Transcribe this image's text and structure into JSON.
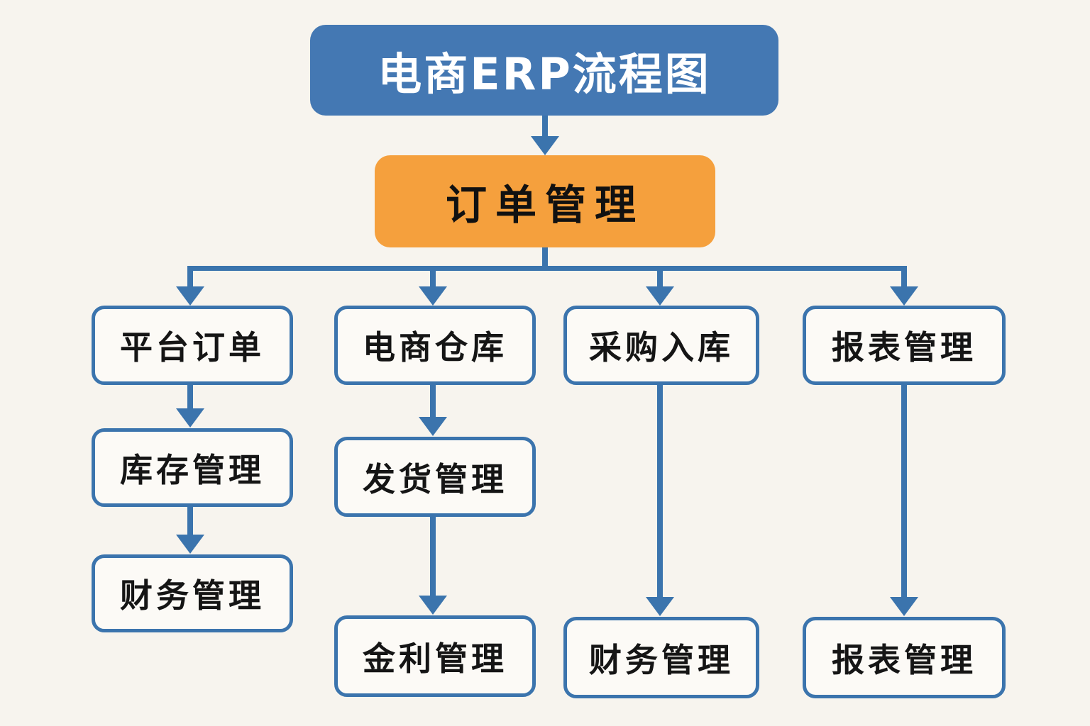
{
  "diagram": {
    "title": "电商ERP流程图",
    "colors": {
      "background": "#f7f4ee",
      "title_box": "#4478b3",
      "title_text": "#ffffff",
      "order_box": "#f5a03d",
      "node_border": "#3b74ad",
      "node_fill": "#fcfaf6",
      "node_text": "#151515",
      "connector": "#3b74ad"
    },
    "nodes": {
      "title": {
        "label": "电商ERP流程图"
      },
      "order": {
        "label": "订单管理"
      },
      "platform": {
        "label": "平台订单"
      },
      "warehouse": {
        "label": "电商仓库"
      },
      "purchase": {
        "label": "采购入库"
      },
      "report_top": {
        "label": "报表管理"
      },
      "inventory": {
        "label": "库存管理"
      },
      "shipping": {
        "label": "发货管理"
      },
      "finance_left": {
        "label": "财务管理"
      },
      "profit": {
        "label": "金利管理"
      },
      "finance_bottom": {
        "label": "财务管理"
      },
      "report_bottom": {
        "label": "报表管理"
      }
    },
    "edges": [
      {
        "from": "电商ERP流程图",
        "to": "订单管理"
      },
      {
        "from": "订单管理",
        "to": "平台订单"
      },
      {
        "from": "订单管理",
        "to": "电商仓库"
      },
      {
        "from": "订单管理",
        "to": "采购入库"
      },
      {
        "from": "订单管理",
        "to": "报表管理"
      },
      {
        "from": "平台订单",
        "to": "库存管理"
      },
      {
        "from": "库存管理",
        "to": "财务管理"
      },
      {
        "from": "电商仓库",
        "to": "发货管理"
      },
      {
        "from": "发货管理",
        "to": "金利管理"
      },
      {
        "from": "采购入库",
        "to": "财务管理"
      },
      {
        "from": "报表管理",
        "to": "报表管理"
      }
    ]
  }
}
